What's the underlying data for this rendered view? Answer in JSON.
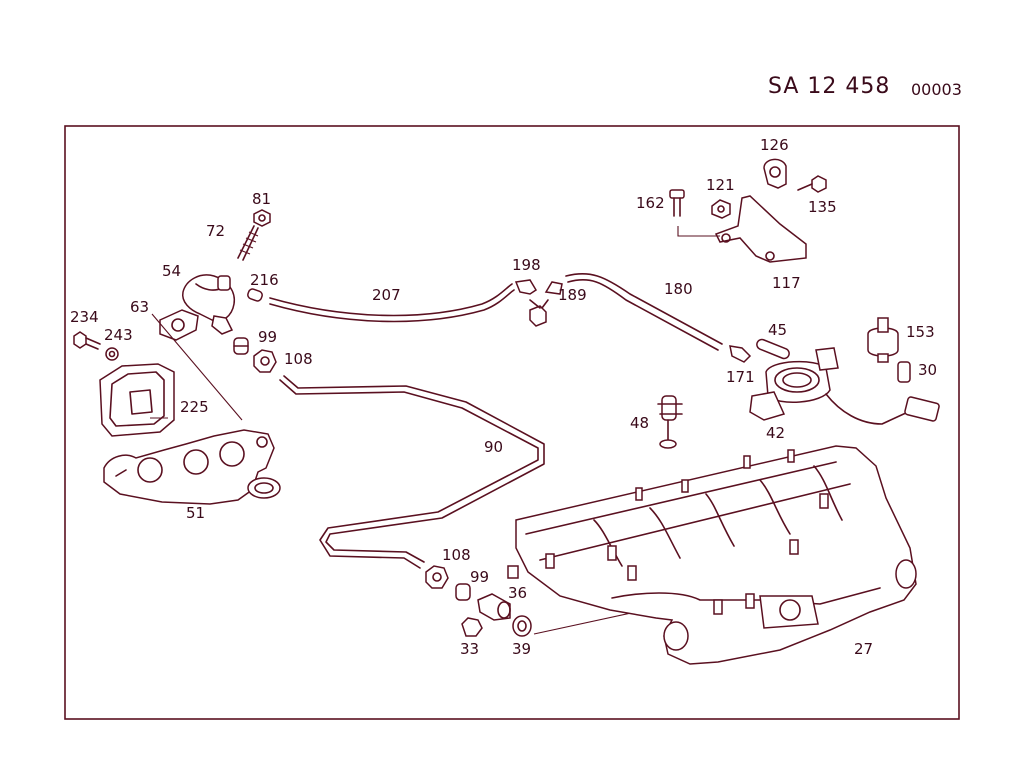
{
  "header": {
    "document_code": "SA 12 458",
    "document_number": "00003"
  },
  "callouts": {
    "c81": "81",
    "c72": "72",
    "c54": "54",
    "c216": "216",
    "c63": "63",
    "c234": "234",
    "c243": "243",
    "c99a": "99",
    "c108a": "108",
    "c225": "225",
    "c51": "51",
    "c207": "207",
    "c198": "198",
    "c189": "189",
    "c180": "180",
    "c90": "90",
    "c162": "162",
    "c121": "121",
    "c126": "126",
    "c135": "135",
    "c117": "117",
    "c45": "45",
    "c153": "153",
    "c171": "171",
    "c30": "30",
    "c48": "48",
    "c42": "42",
    "c108b": "108",
    "c99b": "99",
    "c36": "36",
    "c33": "33",
    "c39": "39",
    "c27": "27"
  },
  "colors": {
    "line": "#5a1020",
    "text": "#3a0a1a",
    "background": "#ffffff"
  }
}
